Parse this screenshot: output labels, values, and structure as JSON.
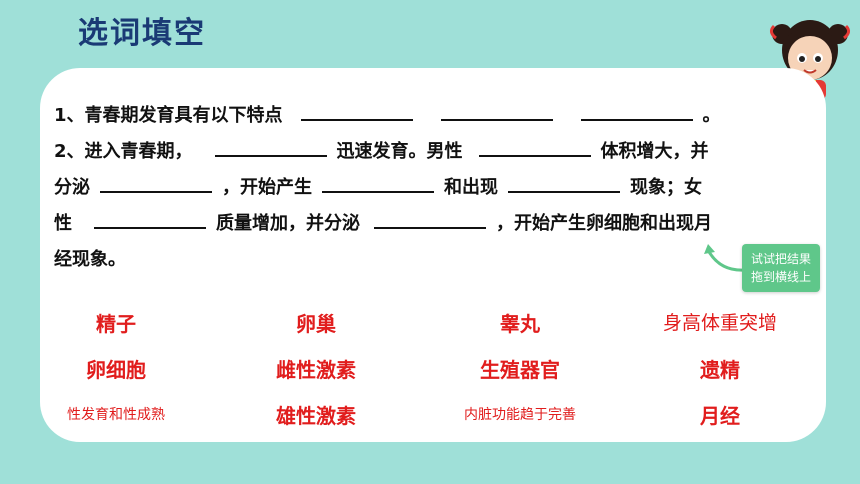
{
  "title": "选词填空",
  "text": {
    "l1a": "1、青春期发育具有以下特点",
    "l1b": "。",
    "l2a": "2、进入青春期，",
    "l2b": "迅速发育。男性",
    "l2c": "体积增大，并",
    "l3a": "分泌",
    "l3b": "，开始产生",
    "l3c": "和出现",
    "l3d": "现象；女",
    "l4a": "性",
    "l4b": "质量增加，并分泌",
    "l4c": "，开始产生卵细胞和出现月",
    "l5a": "经现象。"
  },
  "hint": {
    "line1": "试试把结果",
    "line2": "拖到横线上"
  },
  "options": [
    "精子",
    "卵巢",
    "睾丸",
    "身高体重突增",
    "卵细胞",
    "雌性激素",
    "生殖器官",
    "遗精",
    "性发育和性成熟",
    "雄性激素",
    "内脏功能趋于完善",
    "月经"
  ],
  "colors": {
    "background": "#9fe0d8",
    "title": "#1a3a75",
    "option": "#e11d1d",
    "hint": "#5fc78a"
  }
}
